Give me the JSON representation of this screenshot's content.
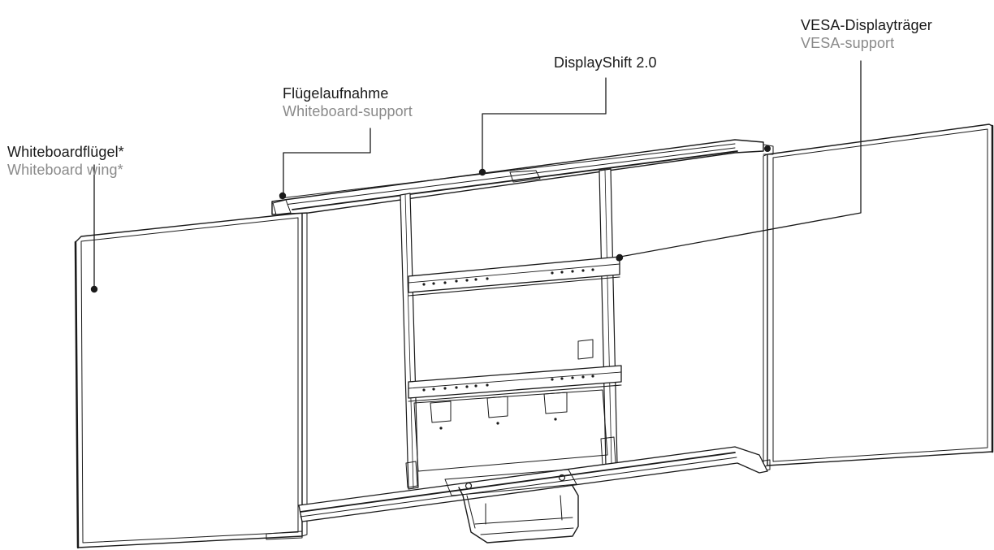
{
  "callouts": {
    "wing": {
      "de": "Whiteboardflügel*",
      "en": "Whiteboard wing*"
    },
    "wing_support": {
      "de": "Flügelaufnahme",
      "en": "Whiteboard-support"
    },
    "displayshift": {
      "de": "DisplayShift 2.0"
    },
    "vesa": {
      "de": "VESA-Displayträger",
      "en": "VESA-support"
    }
  },
  "colors": {
    "primary_text": "#1a1a1a",
    "secondary_text": "#8a8a8a",
    "line": "#1a1a1a"
  }
}
